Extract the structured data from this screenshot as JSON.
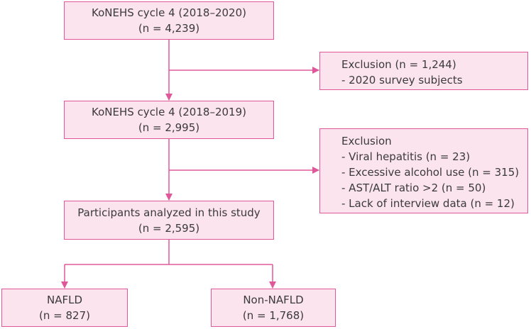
{
  "box_cycle4_full": {
    "title": "KoNEHS cycle 4 (2018–2020)",
    "n": "(n = 4,239)"
  },
  "exclusion_1": {
    "title": "Exclusion (n = 1,244)",
    "items": [
      "- 2020 survey subjects"
    ]
  },
  "box_cycle4_partial": {
    "title": "KoNEHS cycle 4 (2018–2019)",
    "n": "(n = 2,995)"
  },
  "exclusion_2": {
    "title": "Exclusion",
    "items": [
      "- Viral hepatitis (n = 23)",
      "- Excessive alcohol use (n = 315)",
      "- AST/ALT ratio >2 (n = 50)",
      "- Lack of interview data (n = 12)"
    ]
  },
  "box_participants": {
    "title": "Participants analyzed in this study",
    "n": "(n = 2,595)"
  },
  "box_nafld": {
    "title": "NAFLD",
    "n": "(n = 827)"
  },
  "box_non_nafld": {
    "title": "Non-NAFLD",
    "n": "(n = 1,768)"
  },
  "colors": {
    "box_fill": "#fce4ef",
    "box_border": "#e0589a",
    "connector": "#e0589a",
    "text": "#3a3a3a"
  }
}
